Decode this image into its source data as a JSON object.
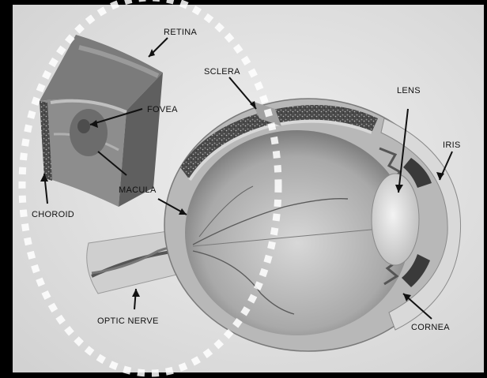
{
  "labels": {
    "retina": "RETINA",
    "sclera": "SCLERA",
    "fovea": "FOVEA",
    "lens": "LENS",
    "iris": "IRIS",
    "macula": "MACULA",
    "choroid": "CHOROID",
    "optic_nerve": "OPTIC NERVE",
    "cornea": "CORNEA"
  },
  "colors": {
    "background": "#e6e6e6",
    "frame": "#000000",
    "dashed_ring": "#ffffff"
  }
}
